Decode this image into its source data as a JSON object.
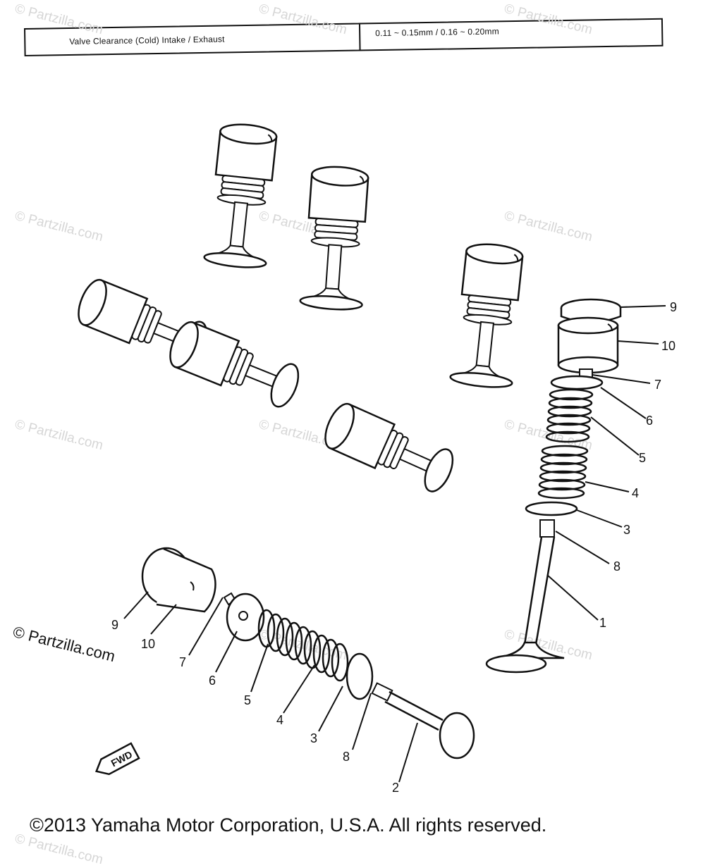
{
  "spec": {
    "label": "Valve Clearance (Cold) Intake / Exhaust",
    "value": "0.11 ~ 0.15mm / 0.16 ~ 0.20mm"
  },
  "watermark": {
    "text": "© Partzilla.com"
  },
  "callouts": {
    "c1": "1",
    "c2": "2",
    "c3": "3",
    "c4": "4",
    "c5": "5",
    "c6": "6",
    "c7": "7",
    "c8": "8",
    "c9": "9",
    "c10": "10"
  },
  "fwd_label": "FWD",
  "copyright": "©2013 Yamaha Motor Corporation, U.S.A. All rights reserved."
}
